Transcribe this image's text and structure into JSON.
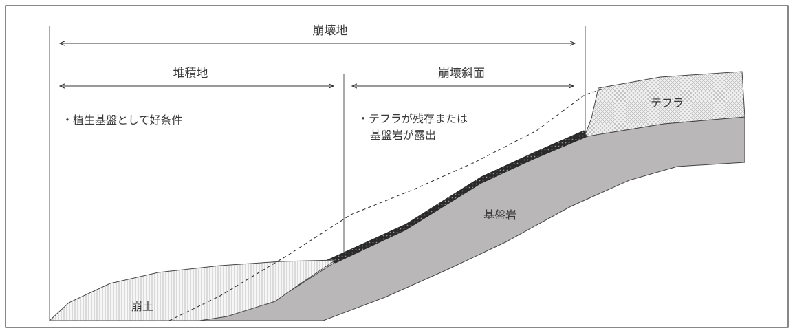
{
  "labels": {
    "collapse_area": "崩壊地",
    "deposition_area": "堆積地",
    "collapse_slope": "崩壊斜面",
    "deposition_note": "・植生基盤として好条件",
    "slope_note_line1": "・テフラが残存または",
    "slope_note_line2": "基盤岩が露出",
    "tephra": "テフラ",
    "bedrock": "基盤岩",
    "colluvium": "崩土"
  },
  "colors": {
    "border": "#3a3a3a",
    "line": "#333333",
    "bedrock_fill": "#b9b7b7",
    "tephra_fill": "#efefef",
    "colluvium_fill": "#f4f4f4",
    "exposed_layer": "#2a2a2a"
  }
}
